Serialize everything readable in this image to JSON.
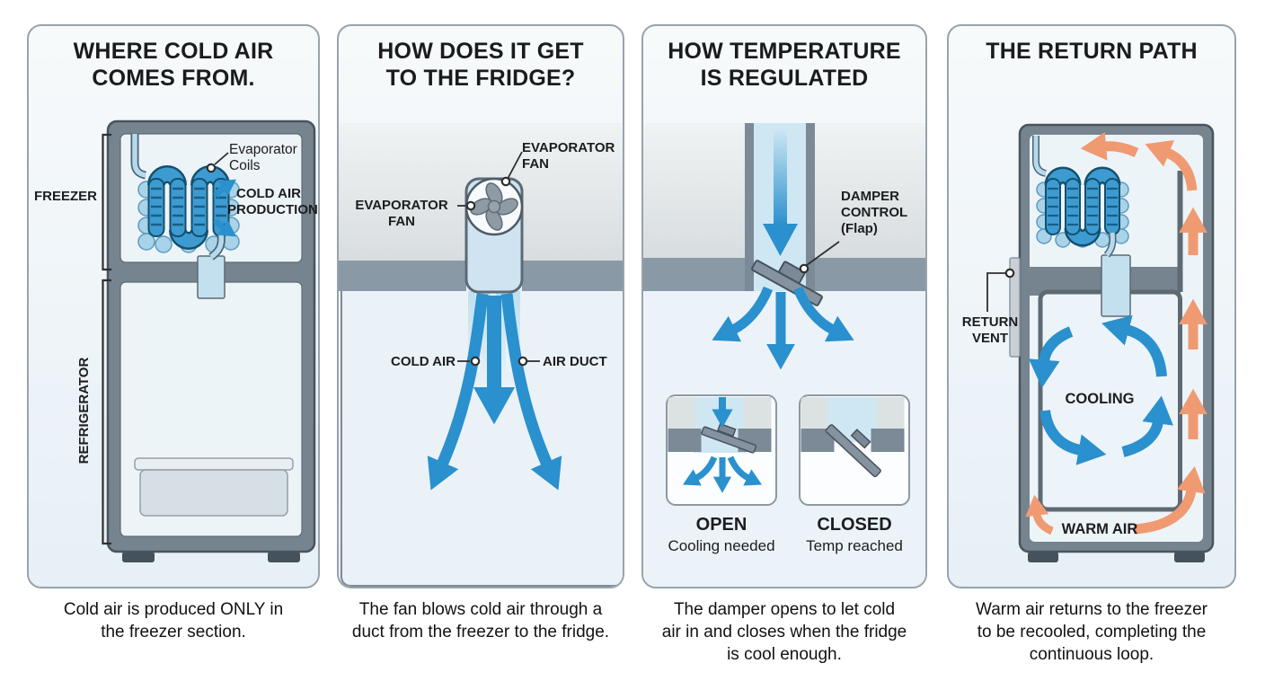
{
  "panel1": {
    "title_line1": "WHERE COLD AIR",
    "title_line2": "COMES FROM.",
    "freezer_label": "FREEZER",
    "refrigerator_label": "REFRIGERATOR",
    "evaporator_coils_label_line1": "Evaporator",
    "evaporator_coils_label_line2": "Coils",
    "cold_air_production_line1": "COLD AIR",
    "cold_air_production_line2": "PRODUCTION",
    "caption_line1": "Cold air is produced ONLY in",
    "caption_line2": "the freezer section."
  },
  "panel2": {
    "title_line1": "HOW DOES IT GET",
    "title_line2": "TO THE FRIDGE?",
    "evaporator_fan_right_line1": "EVAPORATOR",
    "evaporator_fan_right_line2": "FAN",
    "evaporator_fan_left_line1": "EVAPORATOR",
    "evaporator_fan_left_line2": "FAN",
    "cold_air_label": "COLD AIR",
    "air_duct_label": "AIR DUCT",
    "caption_line1": "The fan blows cold air through a",
    "caption_line2": "duct from the freezer to the fridge."
  },
  "panel3": {
    "title_line1": "HOW TEMPERATURE",
    "title_line2": "IS REGULATED",
    "damper_label_line1": "DAMPER",
    "damper_label_line2": "CONTROL",
    "damper_label_line3": "(Flap)",
    "open_label": "OPEN",
    "open_sublabel": "Cooling needed",
    "closed_label": "CLOSED",
    "closed_sublabel": "Temp reached",
    "caption_line1": "The damper opens to let cold",
    "caption_line2": "air in and closes when the fridge",
    "caption_line3": "is cool enough."
  },
  "panel4": {
    "title": "THE RETURN PATH",
    "return_vent_line1": "RETURN",
    "return_vent_line2": "VENT",
    "cooling_label": "COOLING",
    "warm_air_label": "WARM AIR",
    "caption_line1": "Warm air returns to the freezer",
    "caption_line2": "to be recooled, completing the",
    "caption_line3": "continuous loop."
  },
  "colors": {
    "panel_border": "#98a3ab",
    "cabinet_gray": "#75848f",
    "cabinet_outline": "#49545d",
    "divider_gray": "#8a99a6",
    "freezer_wall_gray": "#dde2e3",
    "duct_light_blue": "#cfe7f3",
    "cold_air_blue": "#2a90ce",
    "coil_blue": "#3d9bd1",
    "coil_outline": "#14506e",
    "warm_air_orange": "#f09a72",
    "text_dark": "#1d1d1f"
  }
}
